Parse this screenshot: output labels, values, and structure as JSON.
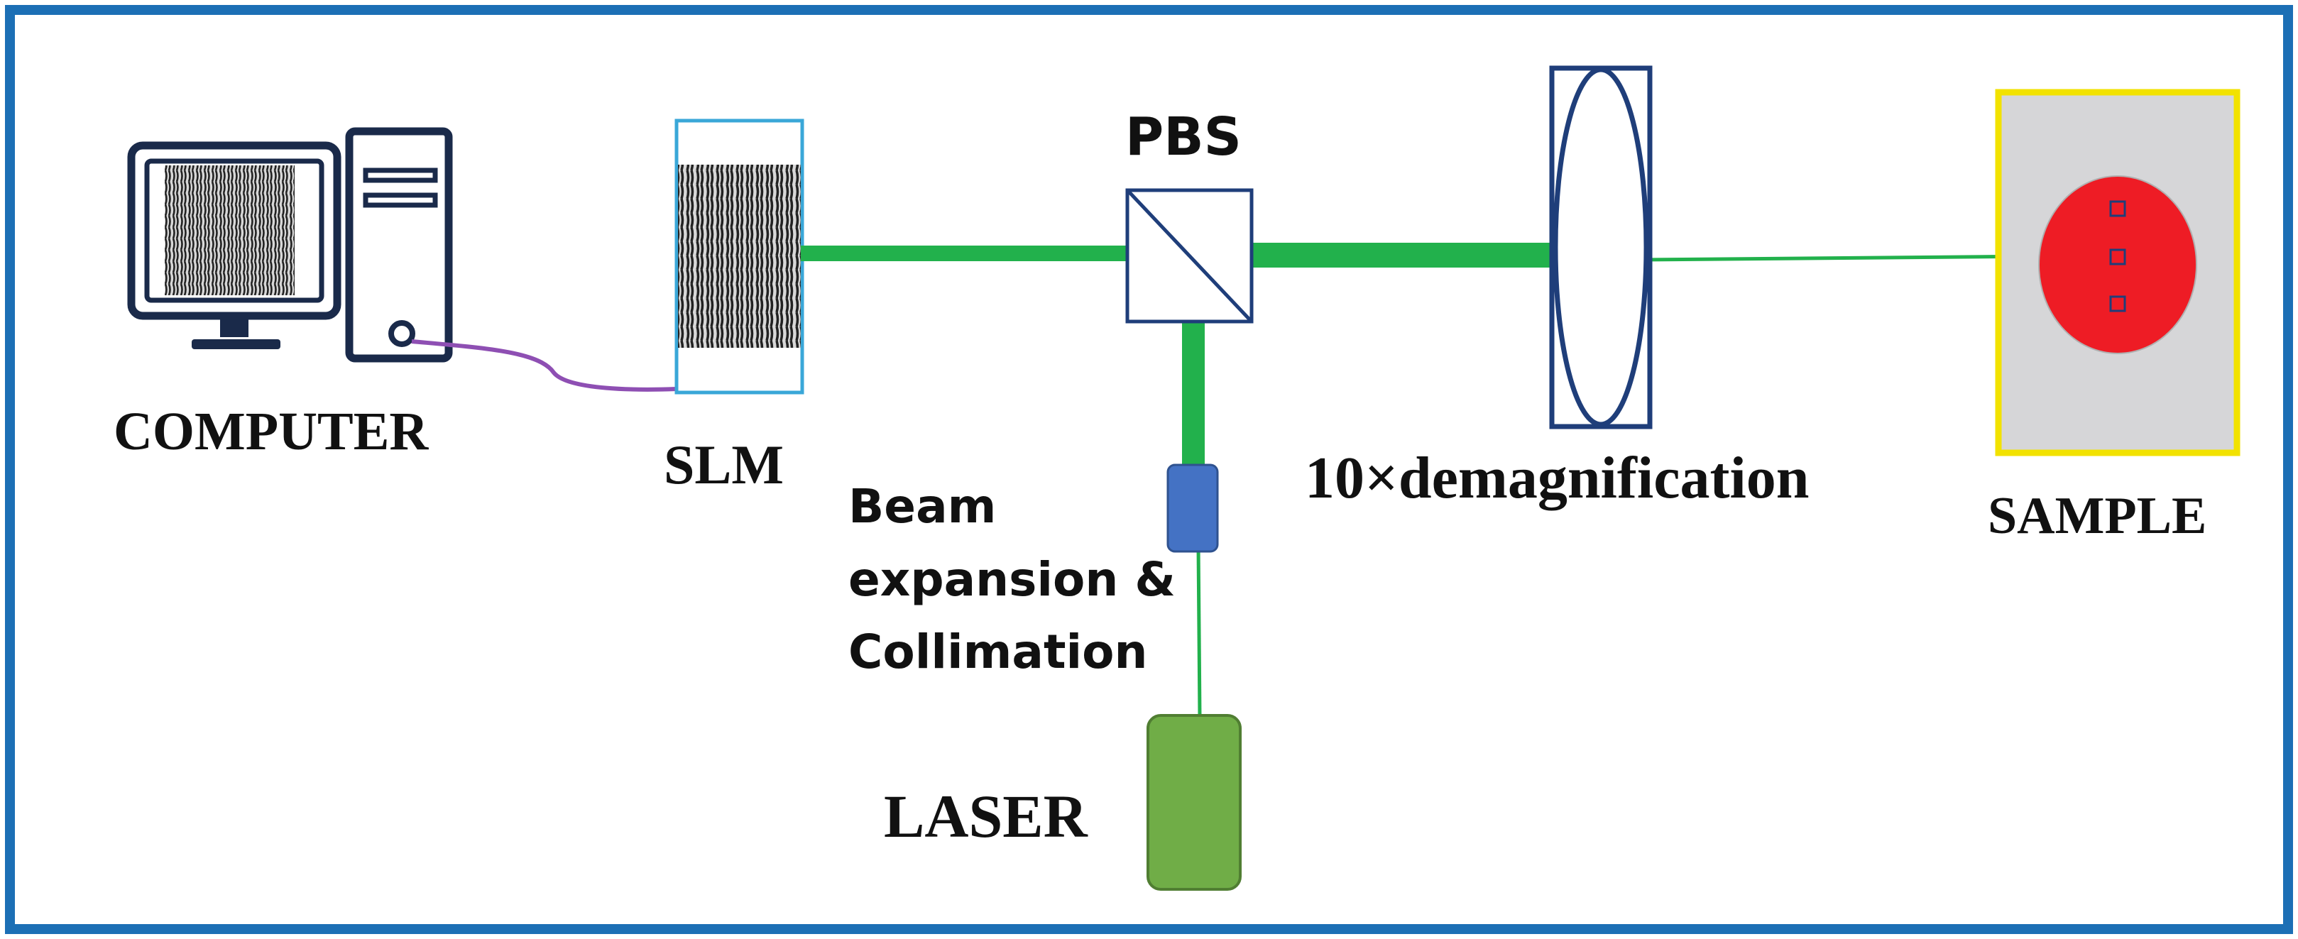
{
  "labels": {
    "computer": "COMPUTER",
    "slm": "SLM",
    "pbs": "PBS",
    "beam_expansion": [
      "Beam",
      "expansion &",
      "Collimation"
    ],
    "laser": "LASER",
    "demag": "10×demagnification",
    "sample": "SAMPLE"
  },
  "colors": {
    "frame": "#1c6fb5",
    "beam": "#22b14c",
    "optic_outline": "#1f3e7a",
    "slm_outline": "#3aa7d8",
    "cable": "#8e4fb3",
    "expander": "#4472c4",
    "laser": "#70ad47",
    "sample_bg": "#d6d6d8",
    "sample_border": "#f2e200",
    "sample_spot": "#ee1c25",
    "computer_stroke": "#1a2a4a"
  },
  "icons": [
    "desktop-computer-icon",
    "hologram-pattern"
  ]
}
